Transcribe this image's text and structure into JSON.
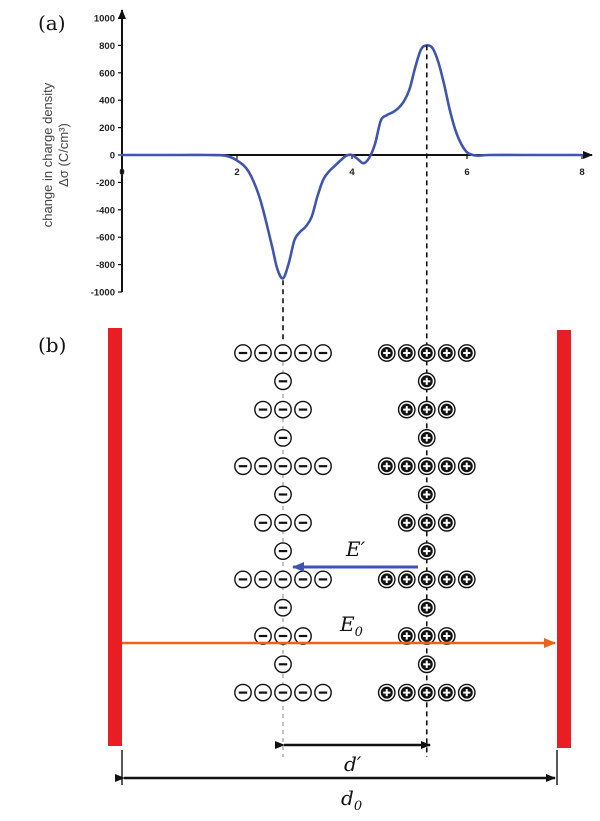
{
  "panels": {
    "a": "(a)",
    "b": "(b)"
  },
  "chart_data": {
    "type": "line",
    "xlabel": "",
    "ylabel_line1": "change in charge density",
    "ylabel_line2": "Δσ (C/cm³)",
    "xlim": [
      0,
      8
    ],
    "ylim": [
      -1000,
      1000
    ],
    "xticks": [
      0,
      2,
      4,
      6,
      8
    ],
    "yticks": [
      -1000,
      -800,
      -600,
      -400,
      -200,
      0,
      200,
      400,
      600,
      800,
      1000
    ],
    "grid": false,
    "series": [
      {
        "color": "#3f56b0",
        "x": [
          0,
          1.0,
          1.5,
          1.8,
          2.0,
          2.2,
          2.4,
          2.6,
          2.7,
          2.8,
          2.9,
          3.0,
          3.1,
          3.2,
          3.3,
          3.4,
          3.5,
          3.6,
          3.7,
          3.8,
          3.9,
          4.0,
          4.1,
          4.2,
          4.3,
          4.4,
          4.5,
          4.6,
          4.7,
          4.8,
          4.9,
          5.0,
          5.1,
          5.2,
          5.3,
          5.4,
          5.5,
          5.6,
          5.7,
          5.8,
          5.9,
          6.0,
          6.1,
          6.2,
          6.4,
          7.0,
          8.0
        ],
        "y": [
          0,
          0,
          0,
          -5,
          -40,
          -120,
          -320,
          -650,
          -830,
          -900,
          -790,
          -620,
          -560,
          -520,
          -450,
          -300,
          -180,
          -120,
          -80,
          -40,
          -5,
          0,
          -30,
          -60,
          -20,
          80,
          250,
          290,
          310,
          340,
          390,
          480,
          640,
          770,
          800,
          780,
          680,
          520,
          330,
          180,
          80,
          20,
          0,
          -5,
          0,
          0,
          0
        ]
      }
    ],
    "guide_x": [
      2.8,
      5.3
    ]
  },
  "diagram": {
    "neg_sign": "−",
    "pos_sign": "+",
    "rows_neg": [
      5,
      1,
      3,
      1,
      5,
      1,
      3,
      1,
      5,
      1,
      3,
      1,
      5
    ],
    "rows_pos": [
      5,
      1,
      3,
      1,
      5,
      1,
      3,
      1,
      5,
      1,
      3,
      1,
      5
    ],
    "E_prime": "E′",
    "E_zero_main": "E",
    "E_zero_sub": "0",
    "d_prime": "d′",
    "d_zero_main": "d",
    "d_zero_sub": "0",
    "colors": {
      "plate": "#e81e25",
      "E_prime": "#3f56b0",
      "E_zero": "#e8641e"
    }
  }
}
